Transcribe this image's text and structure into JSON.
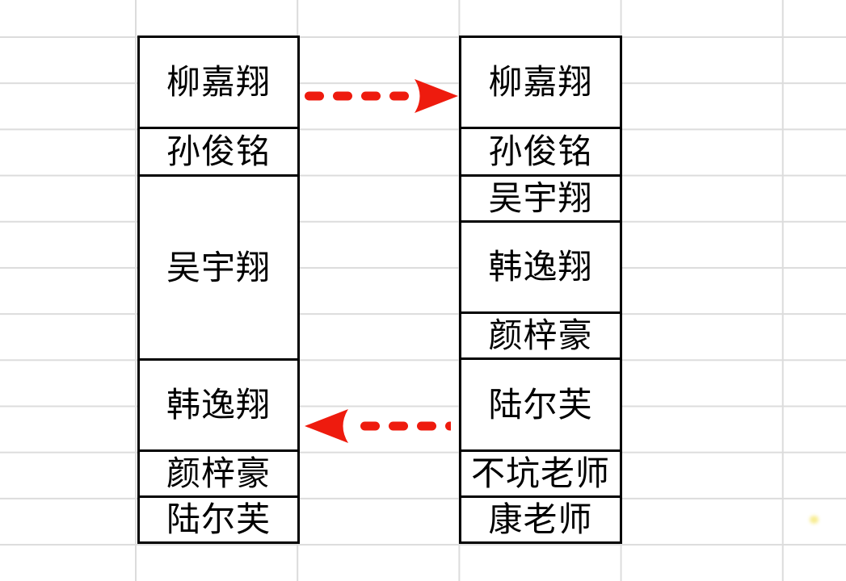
{
  "sheet": {
    "gridline_color": "#dcdcdc",
    "box_border_color": "#000000",
    "background_color": "#ffffff"
  },
  "left_list": {
    "cells": [
      "柳嘉翔",
      "孙俊铭",
      "吴宇翔",
      "韩逸翔",
      "颜梓豪",
      "陆尔芙"
    ]
  },
  "right_list": {
    "cells": [
      "柳嘉翔",
      "孙俊铭",
      "吴宇翔",
      "韩逸翔",
      "颜梓豪",
      "陆尔芙",
      "不坑老师",
      "康老师"
    ]
  },
  "arrows": {
    "color": "#ee1b0e",
    "top_arrow_direction": "right",
    "bottom_arrow_direction": "left"
  },
  "decoration": {
    "yellow_dot_color": "#f6e97e"
  }
}
